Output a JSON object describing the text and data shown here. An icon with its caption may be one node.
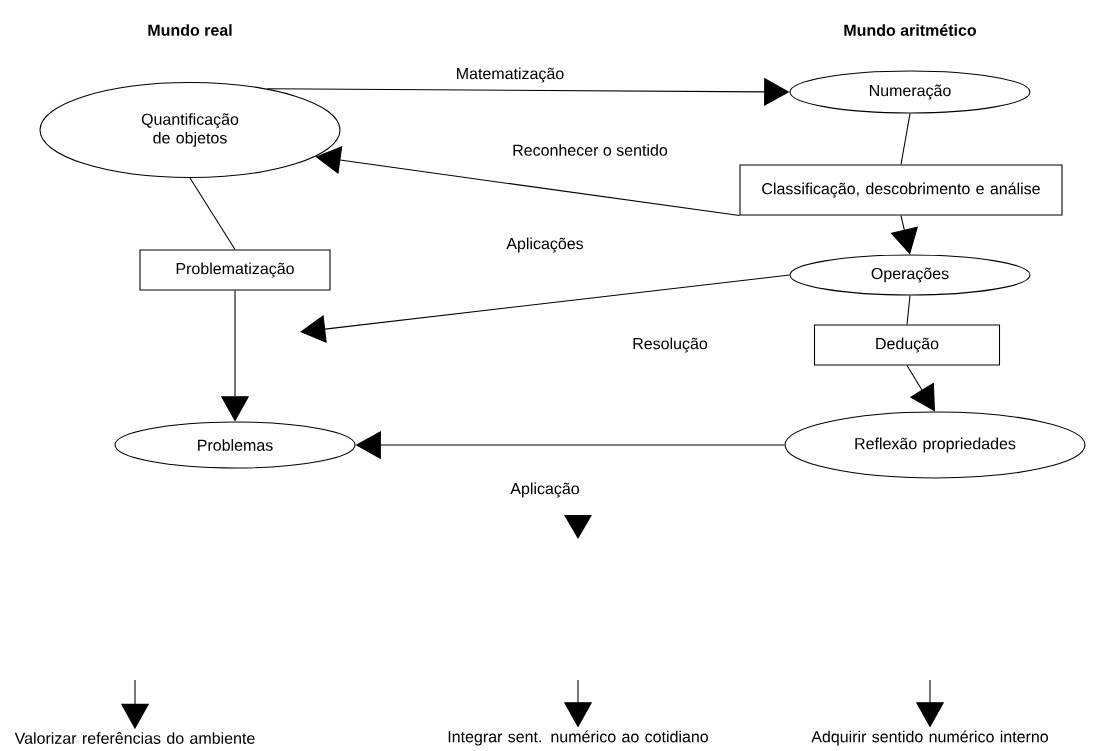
{
  "diagram": {
    "nodes": [
      {
        "text": [
          "Quantificação de objetos"
        ]
      },
      {
        "text": [
          "Problematização"
        ]
      },
      {
        "text": [
          "Problemas"
        ]
      },
      {
        "text": [
          "Numeração"
        ]
      },
      {
        "text": [
          "Classificação, descobrimento e análise"
        ]
      },
      {
        "text": [
          "Operações"
        ]
      },
      {
        "text": [
          "Dedução"
        ]
      },
      {
        "text": [
          "Reflexão propriedades"
        ]
      },
      {
        "text": [
          "Valorizar referências do ambiente"
        ]
      },
      {
        "text": [
          "Integrar sent. numérico ao cotidiano"
        ]
      },
      {
        "text": [
          "Adquirir sentido numérico interno"
        ]
      }
    ],
    "edges": [
      {
        "from": 0,
        "to": 3,
        "arrow": "to",
        "label": "Matematização"
      },
      {
        "from": 4,
        "to": 0,
        "arrow": "to",
        "label": "Reconhecer o sentido"
      },
      {
        "from": 5,
        "to": null,
        "arrow": "to",
        "label": "Aplicações"
      },
      {
        "from": 0,
        "to": 1,
        "arrow": "none"
      },
      {
        "from": 1,
        "to": 2,
        "arrow": "to"
      },
      {
        "from": 3,
        "to": 4,
        "arrow": "none"
      },
      {
        "from": 4,
        "to": 5,
        "arrow": "to"
      },
      {
        "from": 5,
        "to": 6,
        "arrow": "none"
      },
      {
        "from": 6,
        "to": 7,
        "arrow": "to"
      },
      {
        "from": 7,
        "to": 2,
        "arrow": "to",
        "label": "Aplicação"
      },
      {
        "from": null,
        "to": 8,
        "arrow": "to"
      },
      {
        "from": null,
        "to": 9,
        "arrow": "to"
      },
      {
        "from": null,
        "to": 10,
        "arrow": "to"
      }
    ],
    "labels": [
      "Mundo real",
      "Mundo aritmético",
      "Resolução"
    ]
  }
}
